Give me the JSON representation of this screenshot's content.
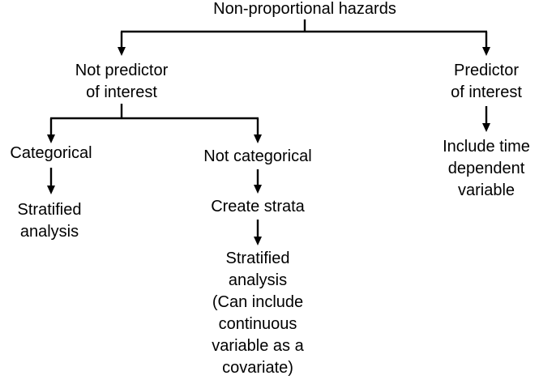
{
  "diagram": {
    "root": {
      "lines": [
        "Non-proportional hazards"
      ]
    },
    "not_predictor": {
      "lines": [
        "Not predictor",
        "of interest"
      ]
    },
    "predictor": {
      "lines": [
        "Predictor",
        "of interest"
      ]
    },
    "categorical": {
      "lines": [
        "Categorical"
      ]
    },
    "not_categorical": {
      "lines": [
        "Not categorical"
      ]
    },
    "stratified_1": {
      "lines": [
        "Stratified",
        "analysis"
      ]
    },
    "create_strata": {
      "lines": [
        "Create strata"
      ]
    },
    "stratified_2": {
      "lines": [
        "Stratified",
        "analysis",
        "(Can include",
        "continuous",
        "variable as a",
        "covariate)"
      ]
    },
    "time_dependent": {
      "lines": [
        "Include time",
        "dependent",
        "variable"
      ]
    }
  }
}
